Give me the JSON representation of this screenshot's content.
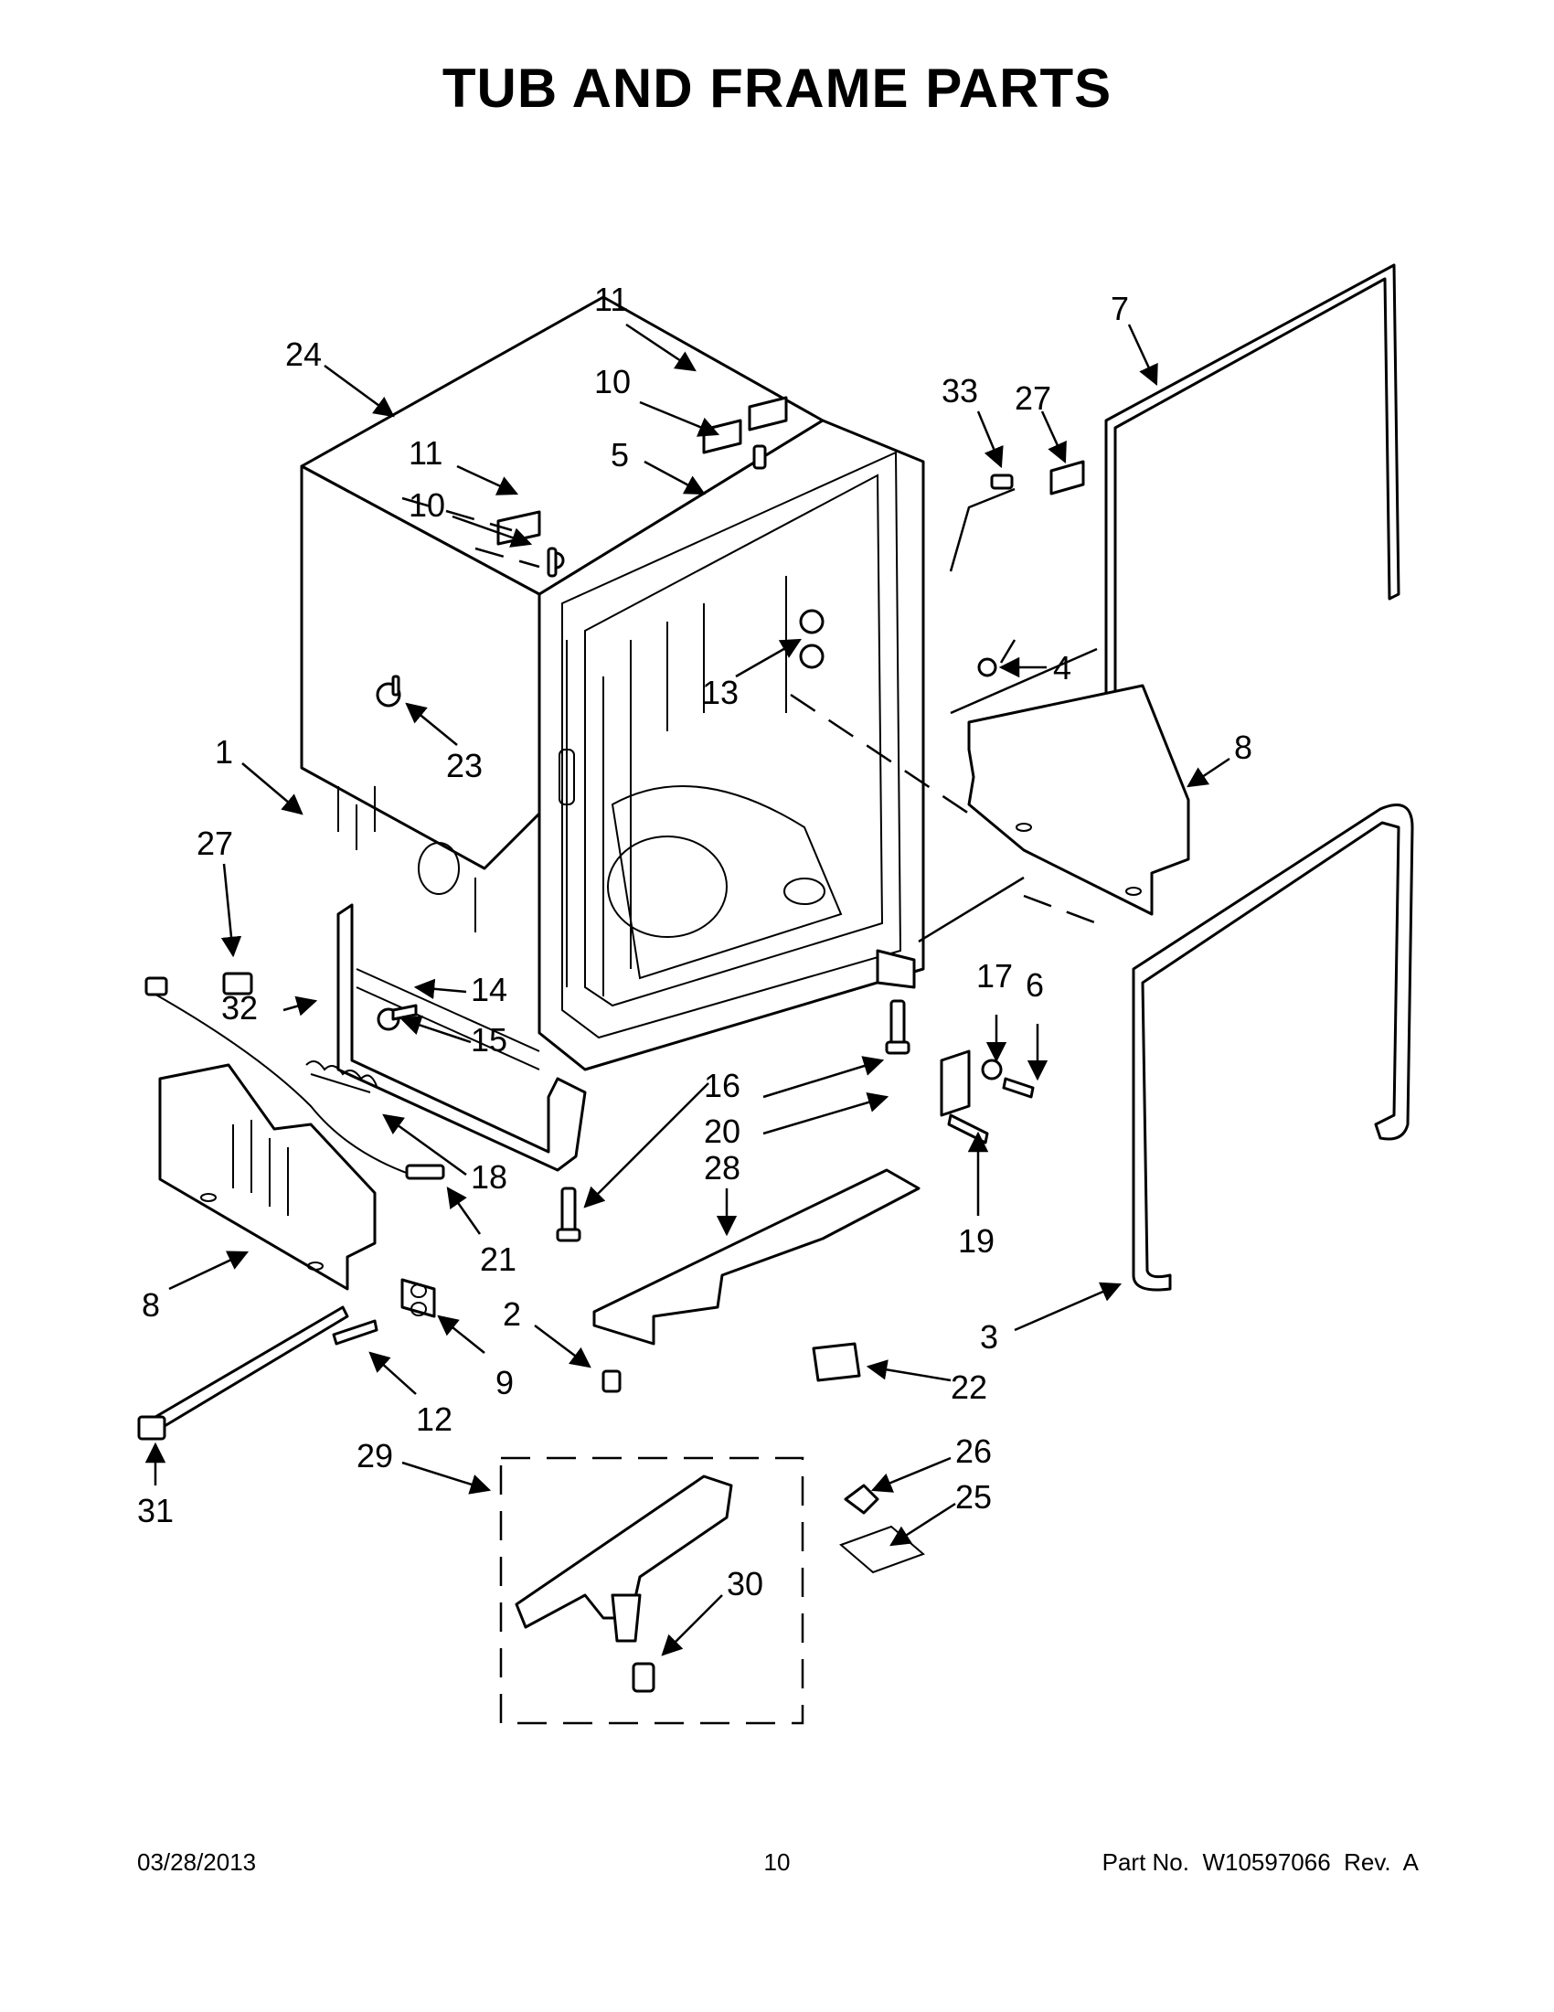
{
  "title": "TUB AND FRAME PARTS",
  "footer": {
    "date": "03/28/2013",
    "page": "10",
    "part_no": "Part No.  W10597066  Rev.  A"
  },
  "callouts": [
    {
      "id": "24",
      "label": "24"
    },
    {
      "id": "11a",
      "label": "11"
    },
    {
      "id": "10a",
      "label": "10"
    },
    {
      "id": "11b",
      "label": "11"
    },
    {
      "id": "10b",
      "label": "10"
    },
    {
      "id": "5",
      "label": "5"
    },
    {
      "id": "33",
      "label": "33"
    },
    {
      "id": "27a",
      "label": "27"
    },
    {
      "id": "7",
      "label": "7"
    },
    {
      "id": "4",
      "label": "4"
    },
    {
      "id": "13",
      "label": "13"
    },
    {
      "id": "23",
      "label": "23"
    },
    {
      "id": "1",
      "label": "1"
    },
    {
      "id": "8a",
      "label": "8"
    },
    {
      "id": "27b",
      "label": "27"
    },
    {
      "id": "14",
      "label": "14"
    },
    {
      "id": "32",
      "label": "32"
    },
    {
      "id": "15",
      "label": "15"
    },
    {
      "id": "17",
      "label": "17"
    },
    {
      "id": "6",
      "label": "6"
    },
    {
      "id": "16",
      "label": "16"
    },
    {
      "id": "20",
      "label": "20"
    },
    {
      "id": "28",
      "label": "28"
    },
    {
      "id": "18",
      "label": "18"
    },
    {
      "id": "19",
      "label": "19"
    },
    {
      "id": "21",
      "label": "21"
    },
    {
      "id": "8b",
      "label": "8"
    },
    {
      "id": "2",
      "label": "2"
    },
    {
      "id": "3",
      "label": "3"
    },
    {
      "id": "9",
      "label": "9"
    },
    {
      "id": "22",
      "label": "22"
    },
    {
      "id": "12",
      "label": "12"
    },
    {
      "id": "29",
      "label": "29"
    },
    {
      "id": "26",
      "label": "26"
    },
    {
      "id": "25",
      "label": "25"
    },
    {
      "id": "31",
      "label": "31"
    },
    {
      "id": "30",
      "label": "30"
    }
  ]
}
